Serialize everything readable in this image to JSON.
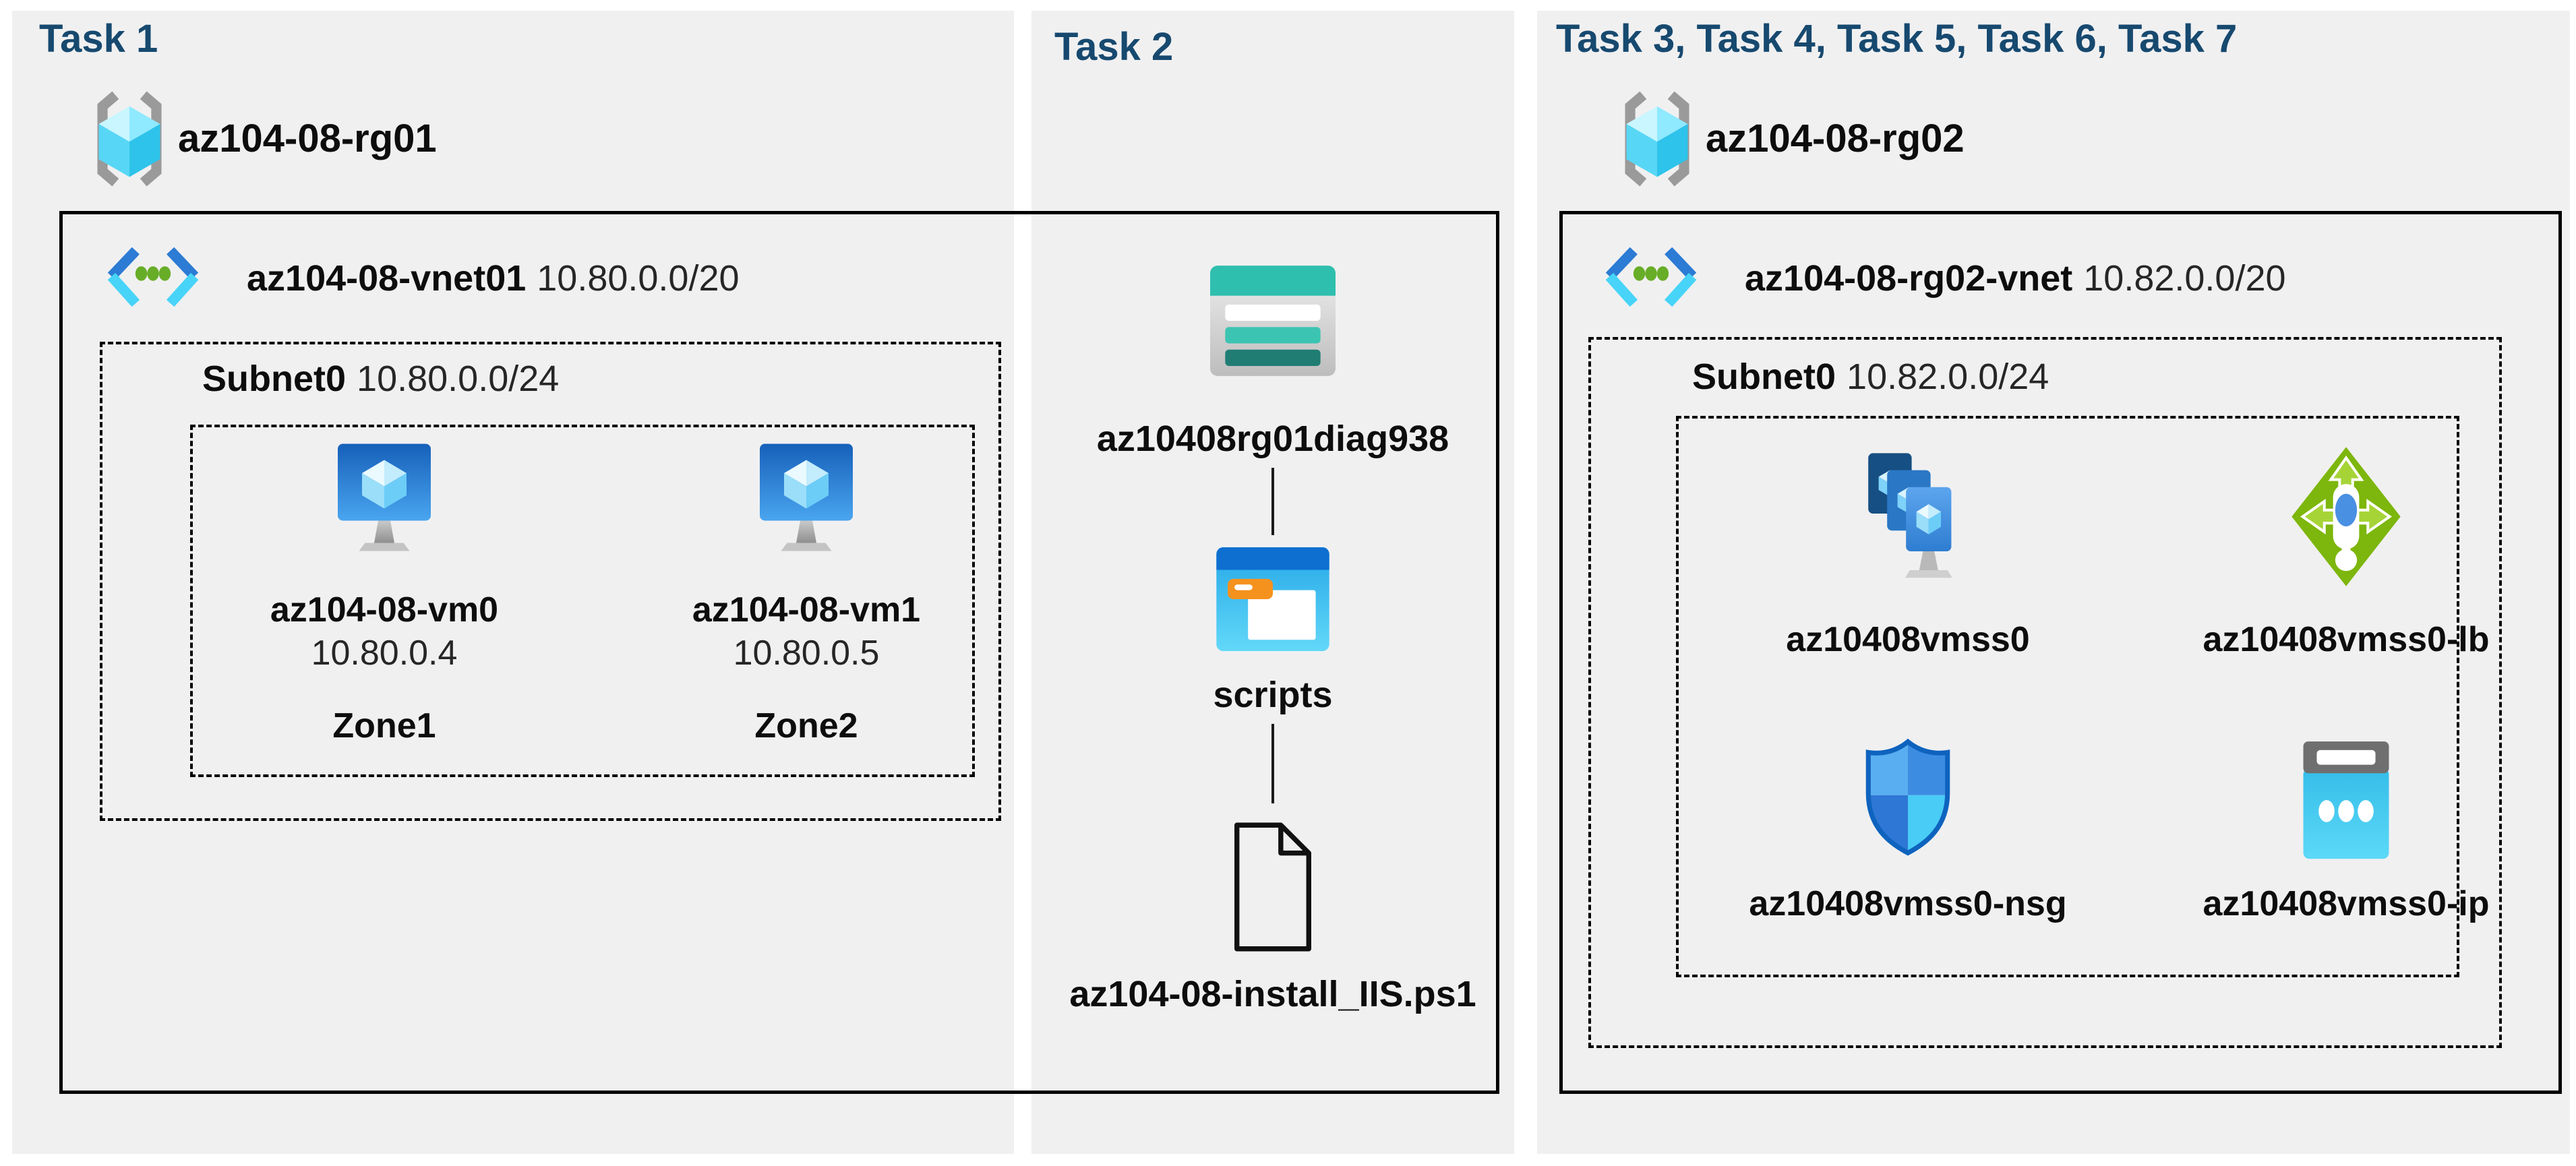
{
  "colors": {
    "header_blue": "#17496f",
    "panel_bg": "#f0f0f1",
    "outline_black": "#000000",
    "storage_teal": "#2fbfae",
    "azure_blue": "#2e7dd1",
    "lb_green": "#7db60c",
    "ip_cyan": "#3bc6ee",
    "bracket_gray": "#9a9a9a"
  },
  "task1": {
    "header": "Task 1",
    "resource_group": {
      "name": "az104-08-rg01",
      "icon": "resource-group-icon"
    },
    "vnet": {
      "name": "az104-08-vnet01",
      "cidr": "10.80.0.0/20",
      "icon": "virtual-network-icon"
    },
    "subnet": {
      "name": "Subnet0",
      "cidr": "10.80.0.0/24"
    },
    "vms": [
      {
        "name": "az104-08-vm0",
        "ip": "10.80.0.4",
        "zone": "Zone1",
        "icon": "virtual-machine-icon"
      },
      {
        "name": "az104-08-vm1",
        "ip": "10.80.0.5",
        "zone": "Zone2",
        "icon": "virtual-machine-icon"
      }
    ]
  },
  "task2": {
    "header": "Task 2",
    "storage_account": {
      "name": "az10408rg01diag938",
      "icon": "storage-account-icon"
    },
    "container": {
      "name": "scripts",
      "icon": "folder-icon"
    },
    "file": {
      "name": "az104-08-install_IIS.ps1",
      "icon": "file-icon"
    }
  },
  "task3": {
    "header": "Task 3, Task 4, Task 5, Task 6, Task 7",
    "resource_group": {
      "name": "az104-08-rg02",
      "icon": "resource-group-icon"
    },
    "vnet": {
      "name": "az104-08-rg02-vnet",
      "cidr": "10.82.0.0/20",
      "icon": "virtual-network-icon"
    },
    "subnet": {
      "name": "Subnet0",
      "cidr": "10.82.0.0/24"
    },
    "resources": [
      {
        "name": "az10408vmss0",
        "icon": "vmss-icon"
      },
      {
        "name": "az10408vmss0-lb",
        "icon": "load-balancer-icon"
      },
      {
        "name": "az10408vmss0-nsg",
        "icon": "nsg-icon"
      },
      {
        "name": "az10408vmss0-ip",
        "icon": "public-ip-icon"
      }
    ]
  }
}
